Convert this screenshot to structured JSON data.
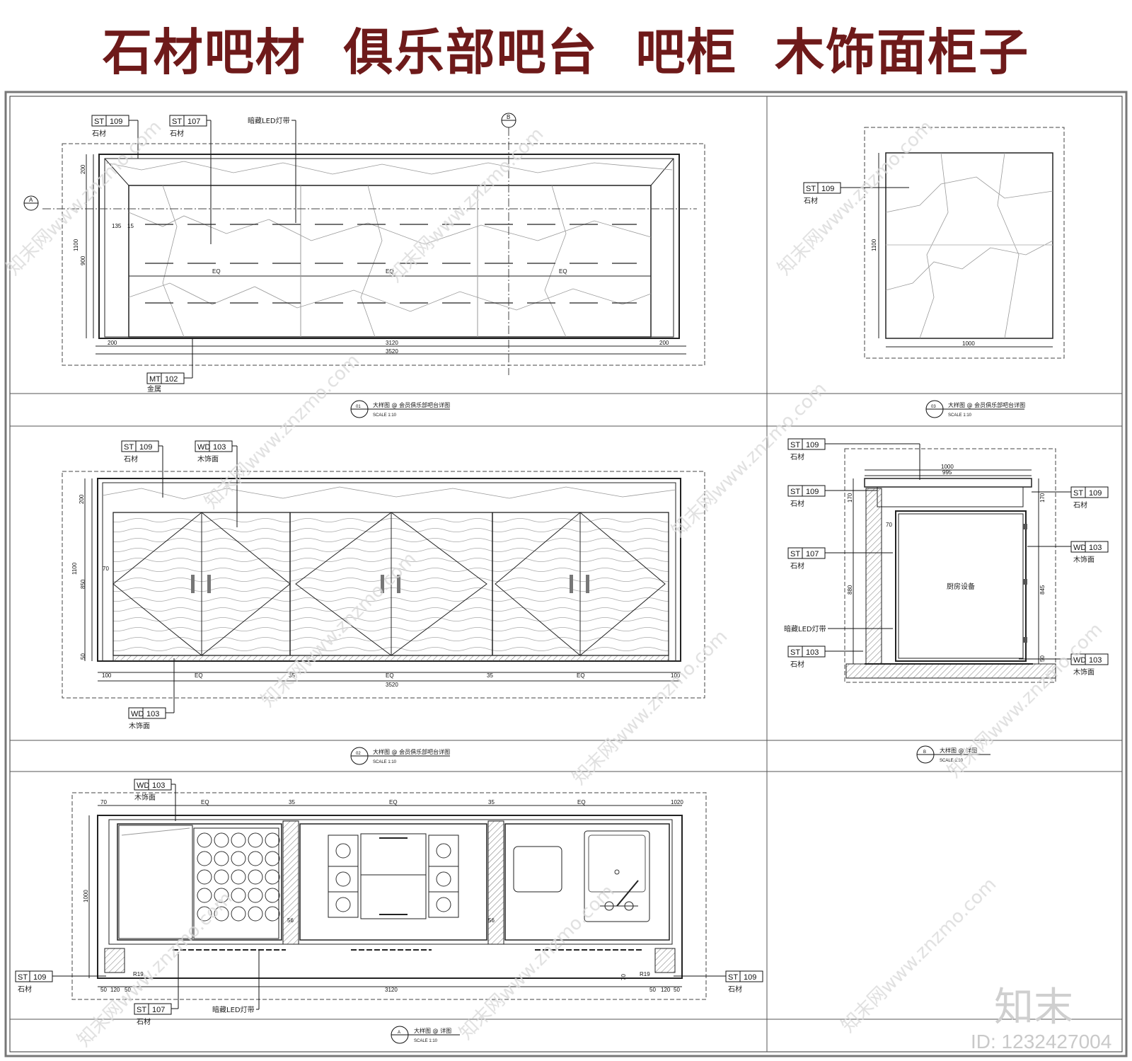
{
  "header": {
    "title": "石材吧材  俱乐部吧台  吧柜  木饰面柜子"
  },
  "materials": {
    "stone": "石材",
    "metal": "金属",
    "wood": "木饰面",
    "led": "暗藏LED灯带",
    "kitchen": "厨房设备"
  },
  "tags": {
    "st109": {
      "code": "ST",
      "num": "109"
    },
    "st107": {
      "code": "ST",
      "num": "107"
    },
    "st103": {
      "code": "ST",
      "num": "103"
    },
    "mt102": {
      "code": "MT",
      "num": "102"
    },
    "wd103": {
      "code": "WD",
      "num": "103"
    }
  },
  "section_markers": {
    "a": "A",
    "b": "B"
  },
  "dimensions": {
    "d200": "200",
    "d1100": "1100",
    "d900": "900",
    "d135": "135",
    "d15": "15",
    "d3120": "3120",
    "d3520": "3520",
    "eq": "EQ",
    "d1000": "1000",
    "d995": "995",
    "d850": "850",
    "d880": "880",
    "d845": "845",
    "d170": "170",
    "d70": "70",
    "d100": "100",
    "d35": "35",
    "d50": "50",
    "d120": "120",
    "d56": "56",
    "r19": "R19",
    "d1020": "1020"
  },
  "captions": [
    {
      "num": "01",
      "text": "大样图 @ 会员俱乐部吧台详图",
      "scale": "SCALE   1:10"
    },
    {
      "num": "03",
      "text": "大样图 @ 会员俱乐部吧台详图",
      "scale": "SCALE   1:10"
    },
    {
      "num": "02",
      "text": "大样图 @ 会员俱乐部吧台详图",
      "scale": "SCALE   1:10"
    },
    {
      "num": "B",
      "text": "大样图 @ 详图",
      "scale": "SCALE   1:10"
    },
    {
      "num": "A",
      "text": "大样图 @ 详图",
      "scale": "SCALE   1:10"
    }
  ],
  "watermark": {
    "text": "知末网www.znzmo.com",
    "brand": "知末",
    "id": "ID: 1232427004"
  }
}
